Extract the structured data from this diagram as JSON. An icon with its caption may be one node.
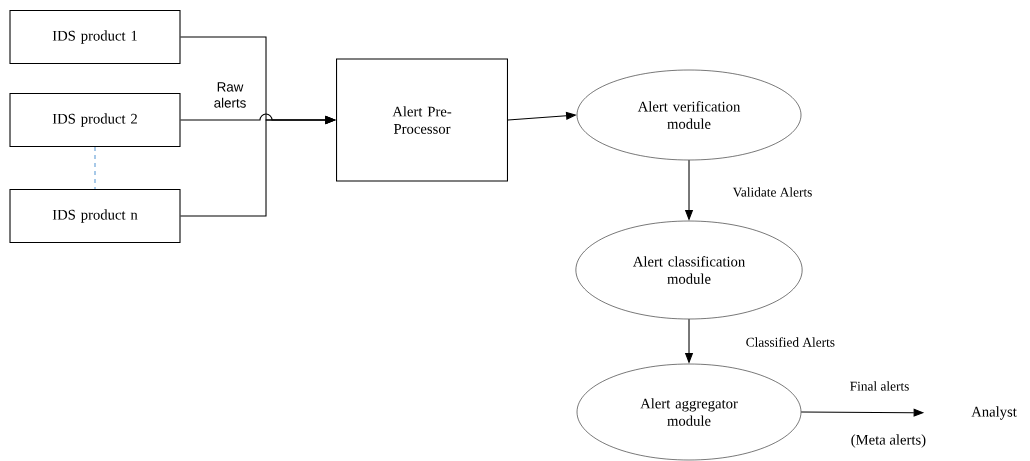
{
  "diagram": {
    "nodes": [
      {
        "text": [
          "IDS product 1"
        ]
      },
      {
        "text": [
          "IDS product 2"
        ]
      },
      {
        "text": [
          "IDS product n"
        ]
      },
      {
        "text": [
          "Alert Pre-Processor"
        ]
      },
      {
        "text": [
          "Alert verification module"
        ]
      },
      {
        "text": [
          "Alert classification module"
        ]
      },
      {
        "text": [
          "Alert aggregator module"
        ]
      },
      {
        "text": [
          "Analyst"
        ]
      }
    ],
    "edges": [
      {
        "from": 0,
        "to": 3,
        "arrow": "to"
      },
      {
        "from": 1,
        "to": 3,
        "arrow": "to",
        "label": "Raw alerts"
      },
      {
        "from": 2,
        "to": 3,
        "arrow": "to"
      },
      {
        "from": 1,
        "to": 2,
        "arrow": "none",
        "style": "dashed",
        "color": "#5b9bd5"
      },
      {
        "from": 3,
        "to": 4,
        "arrow": "to"
      },
      {
        "from": 4,
        "to": 5,
        "arrow": "to",
        "label": "Validate Alerts"
      },
      {
        "from": 5,
        "to": 6,
        "arrow": "to",
        "label": "Classified Alerts"
      },
      {
        "from": 6,
        "to": 7,
        "arrow": "to",
        "label": "Final alerts"
      }
    ],
    "labels": [
      "(Meta alerts)"
    ]
  }
}
